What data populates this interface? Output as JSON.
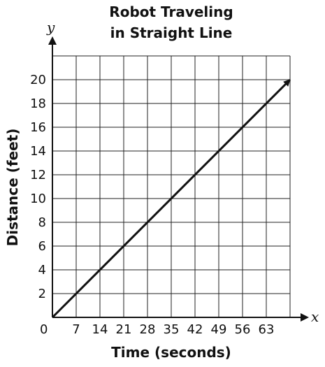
{
  "chart_data": {
    "type": "line",
    "title_lines": [
      "Robot Traveling",
      "in Straight Line"
    ],
    "xlabel": "Time (seconds)",
    "ylabel": "Distance (feet)",
    "x_axis_var": "x",
    "y_axis_var": "y",
    "origin_label": "0",
    "xlim": [
      0,
      70
    ],
    "ylim": [
      0,
      20
    ],
    "x_ticks": [
      7,
      14,
      21,
      28,
      35,
      42,
      49,
      56,
      63
    ],
    "x_tick_labels": [
      "7",
      "14",
      "21",
      "28",
      "35",
      "42",
      "49",
      "56",
      "63"
    ],
    "y_ticks": [
      2,
      4,
      6,
      8,
      10,
      12,
      14,
      16,
      18,
      20
    ],
    "y_tick_labels": [
      "2",
      "4",
      "6",
      "8",
      "10",
      "12",
      "14",
      "16",
      "18",
      "20"
    ],
    "grid": true,
    "series": [
      {
        "points": [
          [
            0,
            0
          ],
          [
            70,
            20
          ]
        ],
        "arrow_end": true
      }
    ]
  }
}
